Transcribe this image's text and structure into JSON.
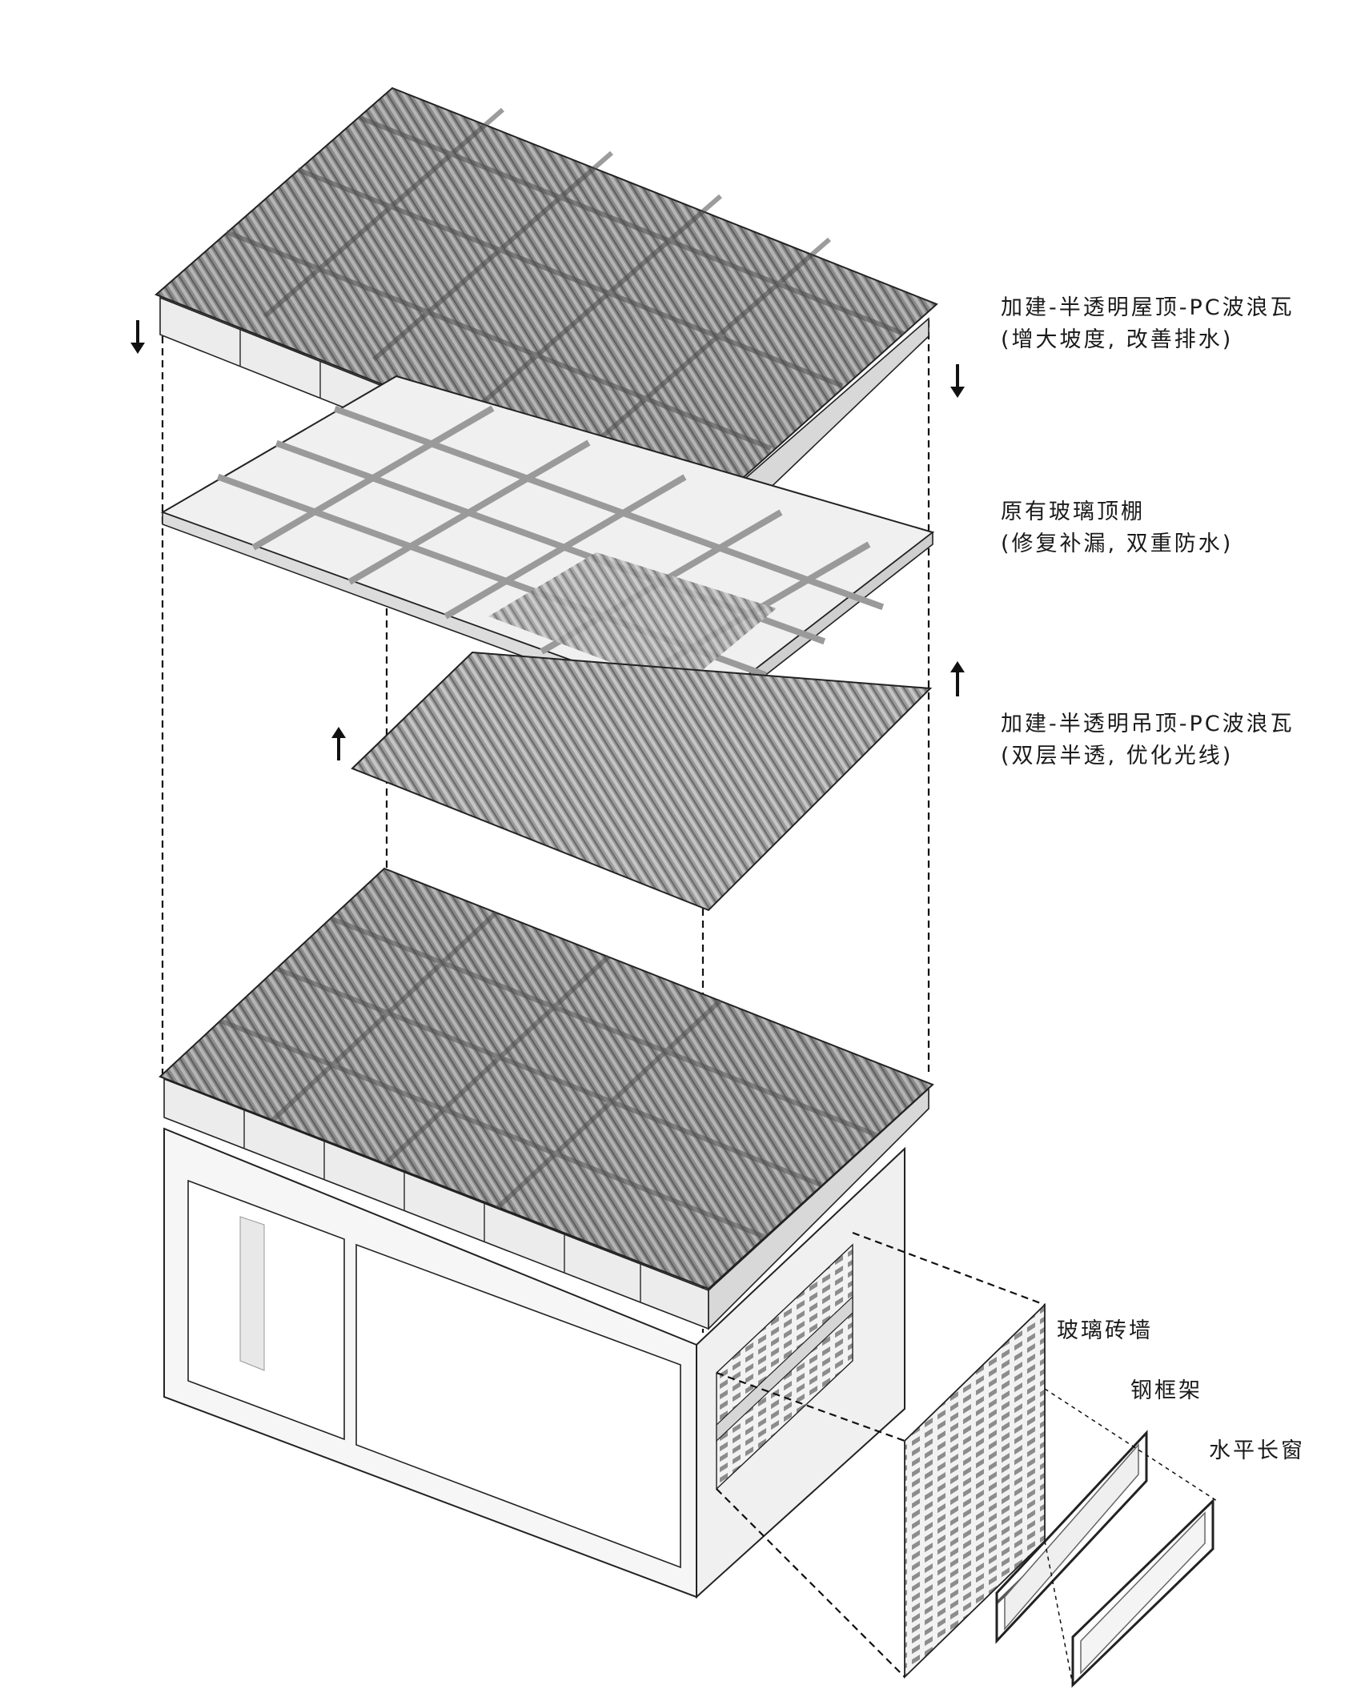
{
  "labels": {
    "roof_pc": {
      "line1": "加建-半透明屋顶-PC波浪瓦",
      "line2": "(增大坡度, 改善排水)"
    },
    "glass_canopy": {
      "line1": "原有玻璃顶棚",
      "line2": "(修复补漏, 双重防水)"
    },
    "ceiling_pc": {
      "line1": "加建-半透明吊顶-PC波浪瓦",
      "line2": "(双层半透, 优化光线)"
    },
    "glass_brick_wall": "玻璃砖墙",
    "steel_frame": "钢框架",
    "horizontal_window": "水平长窗"
  },
  "colors": {
    "line": "#1a1a1a",
    "roof_fill": "#7a7a7a",
    "frame_fill": "#e9e9e9",
    "wall_fill": "#f3f3f3"
  },
  "icons": [
    "arrow-down-icon",
    "arrow-up-icon"
  ]
}
